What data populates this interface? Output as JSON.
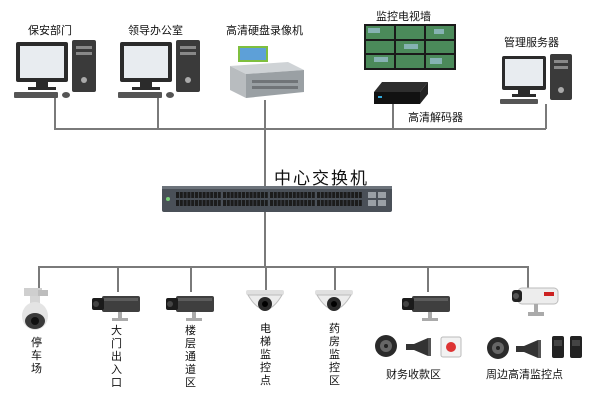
{
  "top_devices": {
    "security_dept": "保安部门",
    "leader_office": "领导办公室",
    "nvr": "高清硬盘录像机",
    "tv_wall": "监控电视墙",
    "mgmt_server": "管理服务器",
    "decoder": "高清解码器"
  },
  "core": {
    "switch_label": "中心交换机"
  },
  "endpoints": {
    "parking": "停车场",
    "gate": "大门出入口",
    "corridor": "楼层通道区",
    "elevator": "电梯监控点",
    "pharmacy": "药房监控区",
    "finance": "财务收款区",
    "perimeter": "周边高清监控点"
  },
  "colors": {
    "wire": "#7a7a7a",
    "switch_body": "#4a5058",
    "port": "#1c1c1c"
  }
}
